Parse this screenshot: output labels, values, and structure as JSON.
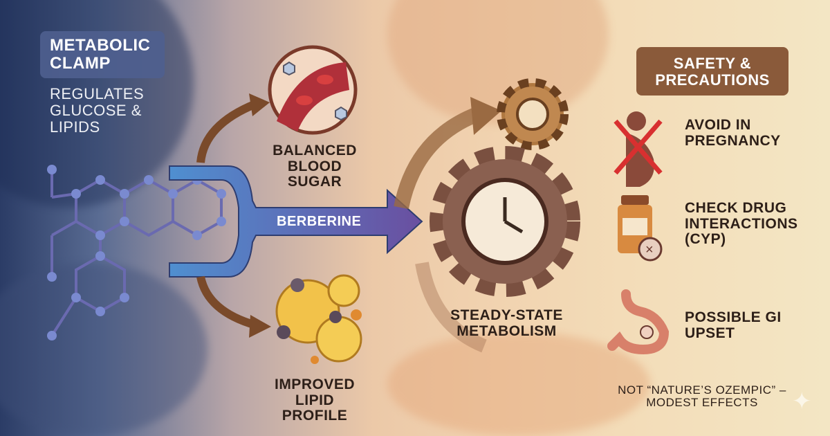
{
  "left": {
    "badge": "METABOLIC CLAMP",
    "subtitle": "REGULATES GLUCOSE & LIPIDS"
  },
  "center": {
    "arrow_label": "BERBERINE",
    "top_label": "BALANCED BLOOD SUGAR",
    "bottom_label": "IMPROVED LIPID PROFILE",
    "gear_label": "STEADY-STATE METABOLISM"
  },
  "right": {
    "badge": "SAFETY & PRECAUTIONS",
    "items": [
      {
        "label": "AVOID IN PREGNANCY",
        "icon": "pregnancy-crossed-icon"
      },
      {
        "label": "CHECK DRUG INTERACTIONS (CYP)",
        "icon": "pill-bottle-icon"
      },
      {
        "label": "POSSIBLE GI UPSET",
        "icon": "stomach-icon"
      }
    ],
    "footnote": "NOT “NATURE’S OZEMPIC” – MODEST EFFECTS"
  },
  "colors": {
    "left_badge": "#4f5f8f",
    "right_badge": "#8a5a3a",
    "arrow": "#5a4f9a",
    "brown": "#8a5a3a"
  }
}
